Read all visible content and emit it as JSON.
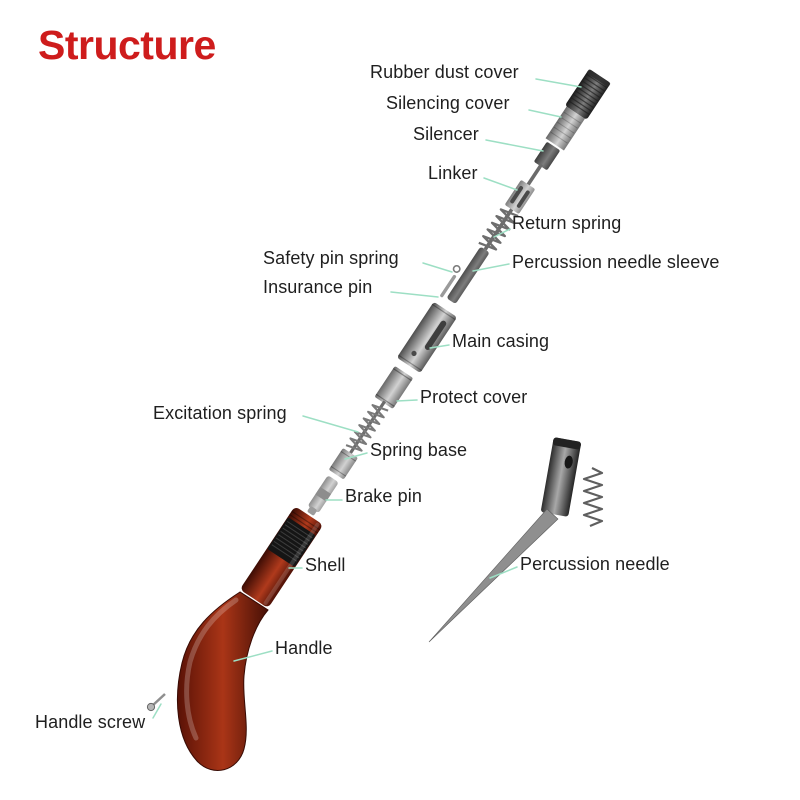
{
  "title": "Structure",
  "colors": {
    "title_red": "#ce1c1c",
    "leader_line_green": "#9ddfc4",
    "label_text": "#1f1f1f",
    "handle_red": "#aa3517",
    "metal_gray": "#8c8c8c",
    "dark_metal": "#2b2b2b"
  },
  "labels": [
    {
      "id": "rubber-dust-cover",
      "text": "Rubber dust cover"
    },
    {
      "id": "silencing-cover",
      "text": "Silencing cover"
    },
    {
      "id": "silencer",
      "text": "Silencer"
    },
    {
      "id": "linker",
      "text": "Linker"
    },
    {
      "id": "return-spring",
      "text": "Return spring"
    },
    {
      "id": "percussion-needle-sleeve",
      "text": "Percussion needle sleeve"
    },
    {
      "id": "safety-pin-spring",
      "text": "Safety pin spring"
    },
    {
      "id": "insurance-pin",
      "text": "Insurance pin"
    },
    {
      "id": "main-casing",
      "text": "Main casing"
    },
    {
      "id": "protect-cover",
      "text": "Protect cover"
    },
    {
      "id": "excitation-spring",
      "text": "Excitation spring"
    },
    {
      "id": "spring-base",
      "text": "Spring base"
    },
    {
      "id": "brake-pin",
      "text": "Brake pin"
    },
    {
      "id": "shell",
      "text": "Shell"
    },
    {
      "id": "handle",
      "text": "Handle"
    },
    {
      "id": "handle-screw",
      "text": "Handle screw"
    },
    {
      "id": "percussion-needle",
      "text": "Percussion needle"
    }
  ]
}
